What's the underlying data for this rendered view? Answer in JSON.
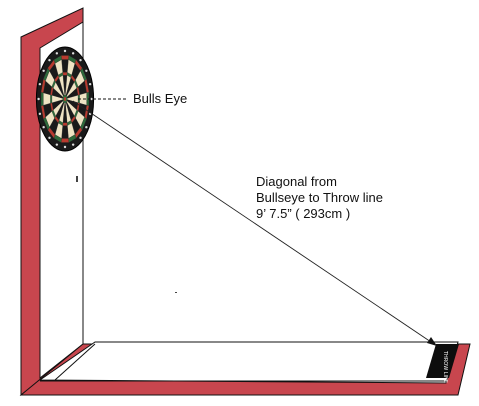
{
  "labels": {
    "bulls_eye": "Bulls Eye",
    "diagonal_line1": "Diagonal from",
    "diagonal_line2": "Bullseye to Throw line",
    "diagonal_line3": "9’ 7.5” ( 293cm )",
    "throw_mark": "THROW LINE"
  },
  "colors": {
    "wall_trim": "#c8464e",
    "outline": "#111111",
    "board_black": "#1a1a1a",
    "board_cream": "#efe4c4",
    "board_red": "#b83a2e",
    "board_green": "#2d6a3a",
    "throw_mark_bg": "#0d0d0d"
  }
}
